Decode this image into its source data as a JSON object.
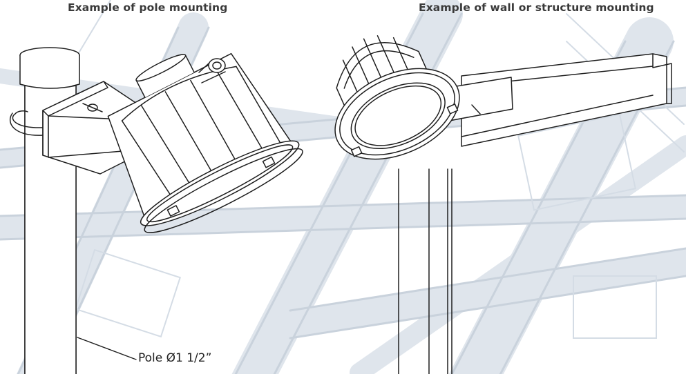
{
  "captions": {
    "pole_mounting": "Example of pole mounting",
    "wall_mounting": "Example of wall or structure mounting"
  },
  "callouts": {
    "pole_diameter": "Pole Ø1 1/2”"
  },
  "colors": {
    "background": "#ffffff",
    "background_structure": "#c7d1dc",
    "line_art": "#1e1e1e",
    "caption_text": "#3a3a3a"
  }
}
